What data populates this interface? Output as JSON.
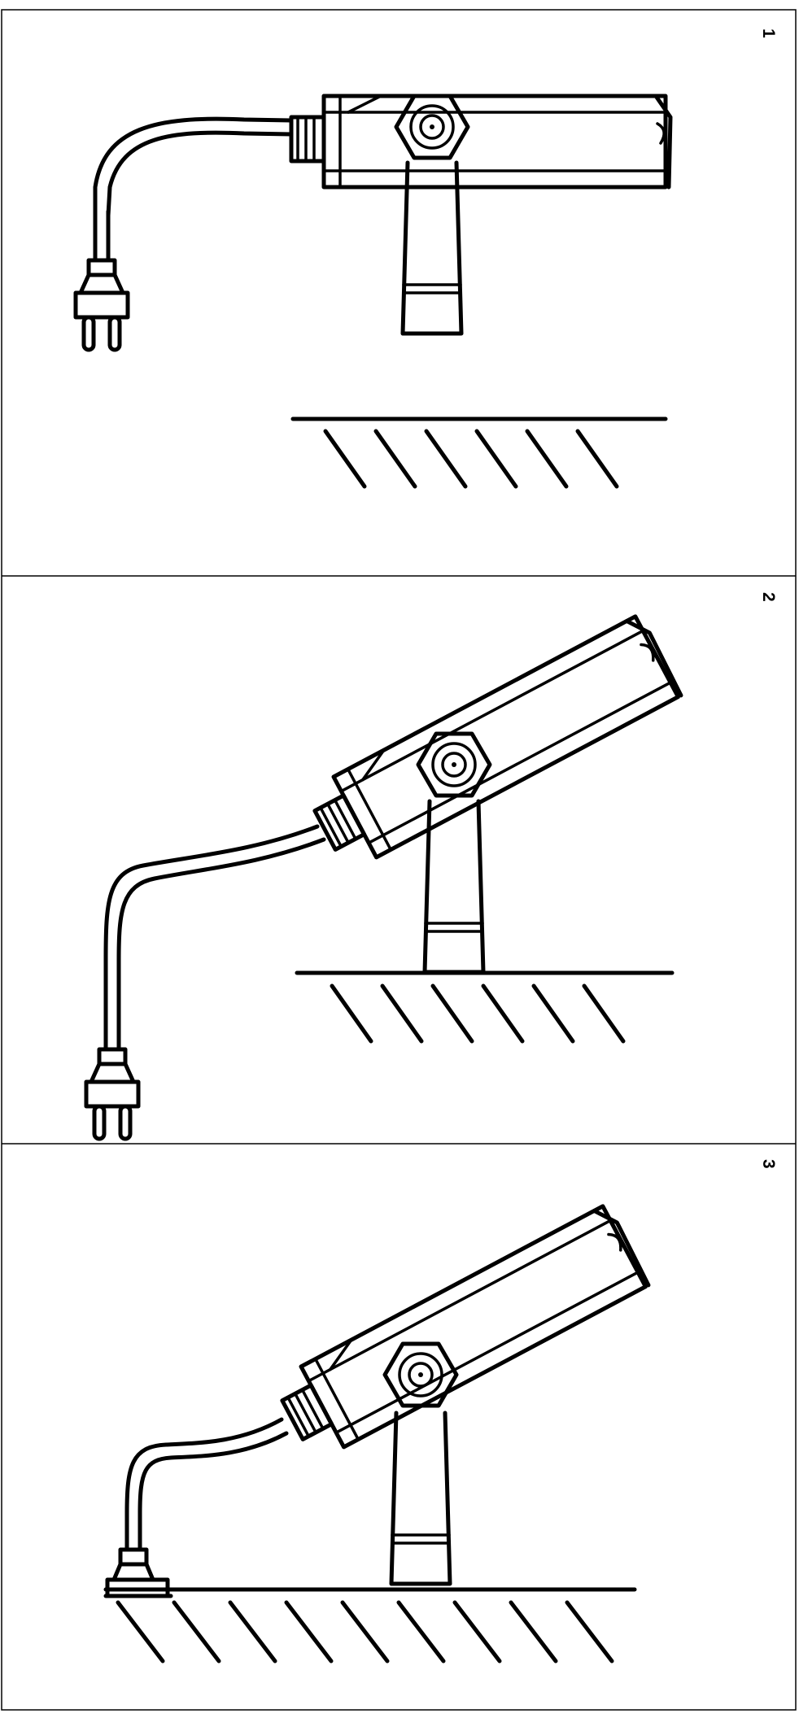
{
  "panels": [
    {
      "label": "1",
      "state": "lamp held above ground, plug not connected"
    },
    {
      "label": "2",
      "state": "lamp standing on ground, tilted up, plug not connected"
    },
    {
      "label": "3",
      "state": "lamp standing on ground, tilted up, plug at ground level"
    }
  ],
  "colors": {
    "line": "#000000",
    "background": "#ffffff"
  }
}
